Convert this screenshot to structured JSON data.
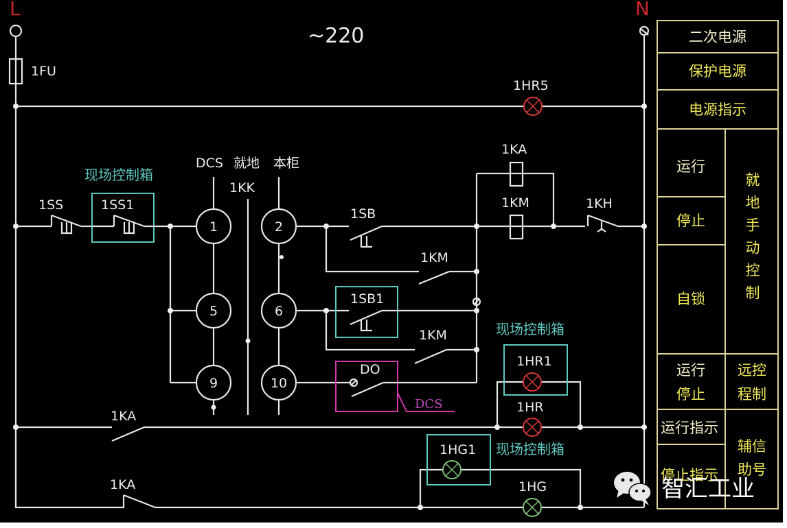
{
  "supply": {
    "phase_label": "L",
    "neutral_label": "N",
    "voltage_label": "~220",
    "fuse_label": "1FU"
  },
  "indicators": {
    "power_lamp": "1HR5",
    "run_lamp_local": "1HR1",
    "run_lamp": "1HR",
    "stop_lamp_local": "1HG1",
    "stop_lamp": "1HG"
  },
  "selector": {
    "header_dcs": "DCS",
    "header_local": "就地",
    "header_cabinet": "本柜",
    "switch_label": "1KK",
    "terminals": [
      "1",
      "2",
      "5",
      "6",
      "9",
      "10"
    ]
  },
  "contacts": {
    "stop_switch": "1SS",
    "stop_switch_local": "1SS1",
    "start_button": "1SB",
    "start_button_local": "1SB1",
    "hold_contact_1": "1KM",
    "hold_contact_2": "1KM",
    "dcs_output": "DO",
    "dcs_tag": "DCS",
    "relay_coil": "1KA",
    "contactor_coil": "1KM",
    "thermal_relay": "1KH",
    "relay_no_contact": "1KA",
    "relay_nc_contact": "1KA"
  },
  "annotations": {
    "local_box_1": "现场控制箱",
    "local_box_2": "现场控制箱",
    "local_box_3": "现场控制箱"
  },
  "legend_panel": {
    "rows": [
      {
        "text": "二次电源"
      },
      {
        "text": "保护电源"
      },
      {
        "text": "电源指示"
      }
    ],
    "manual_group": {
      "items": [
        "运行",
        "停止",
        "自锁"
      ],
      "title": "就地手动控制"
    },
    "remote_group": {
      "item": "运行停止",
      "item_line1": "运行",
      "item_line2": "停止",
      "title_line1": "远控",
      "title_line2": "程制"
    },
    "aux_group": {
      "items": [
        "运行指示",
        "停止指示"
      ],
      "title_line1": "辅信",
      "title_line2": "助号"
    }
  },
  "watermark": {
    "icon": "wechat-icon",
    "text": "智汇工业"
  },
  "colors": {
    "background": "#000000",
    "wire": "#e6e6e6",
    "local_box": "#5fc9c0",
    "dcs_box": "#d23aa8",
    "run_lamp": "#d8383a",
    "stop_lamp": "#7fbf7a",
    "panel_border": "#ddd39a",
    "panel_text": "#f0e95a",
    "phase_text": "#c9262b"
  }
}
